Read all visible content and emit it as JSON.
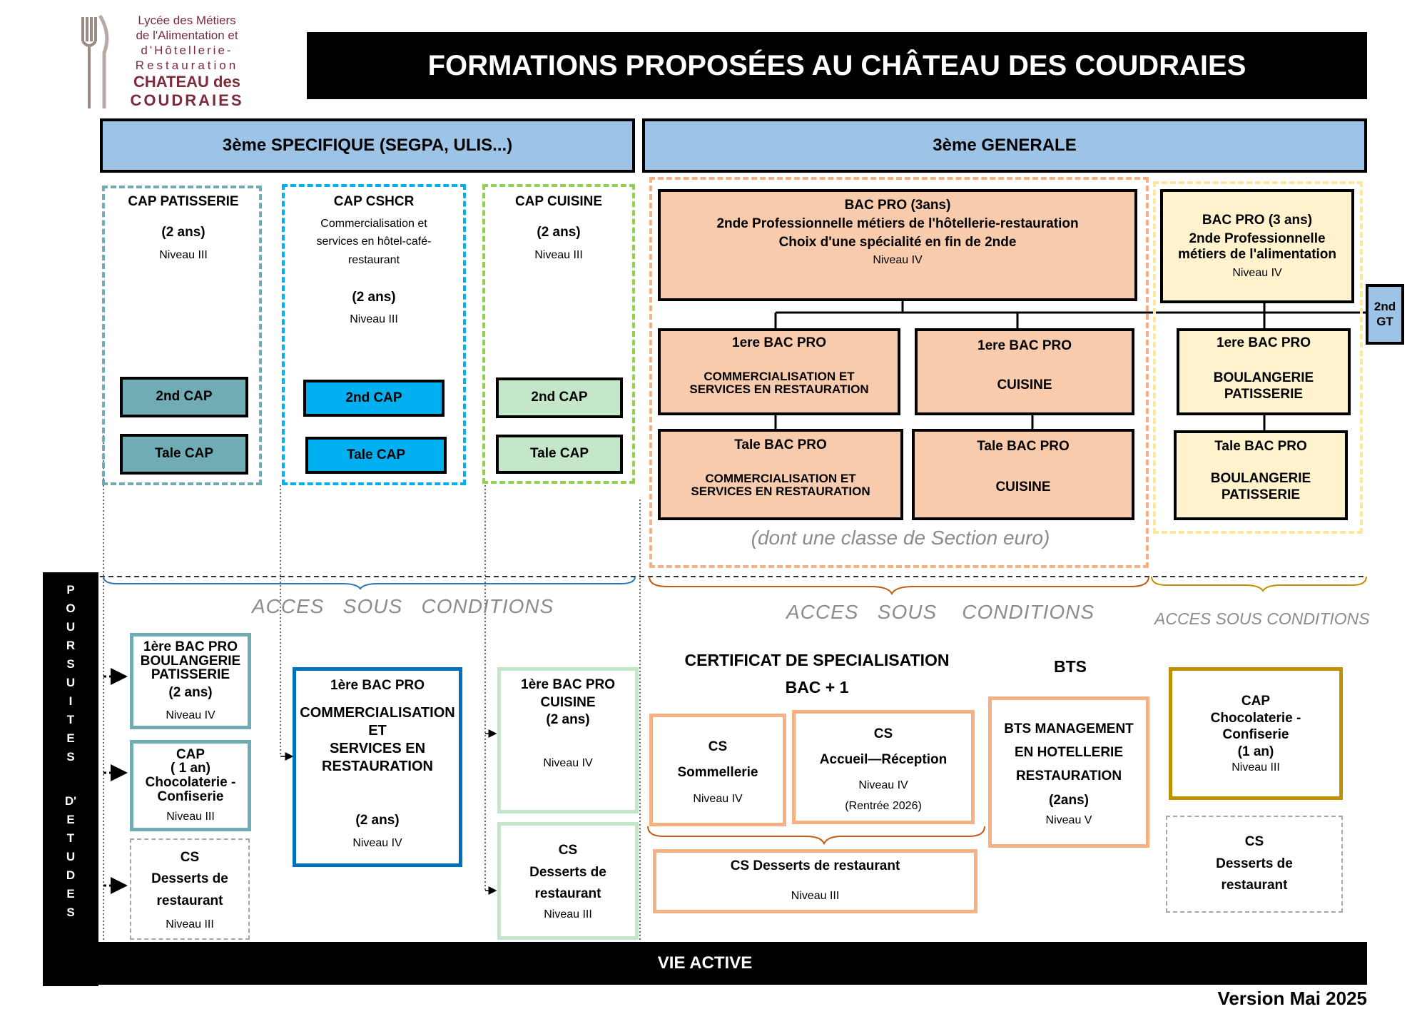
{
  "logo": {
    "lines": [
      "Lycée  des  Métiers",
      "de l'Alimentation et",
      "d'Hôtellerie-",
      "Restauration"
    ],
    "name_lines": [
      "CHATEAU des",
      "COUDRAIES"
    ]
  },
  "title": "FORMATIONS PROPOSÉES AU CHÂTEAU DES COUDRAIES",
  "headers": {
    "left": "3ème SPECIFIQUE (SEGPA, ULIS...)",
    "right": "3ème GENERALE"
  },
  "cap_patisserie": {
    "title": "CAP PATISSERIE",
    "duration": "(2 ans)",
    "level": "Niveau III",
    "year1": "2nd CAP",
    "year2": "Tale CAP"
  },
  "cap_cshcr": {
    "title": "CAP CSHCR",
    "desc": "Commercialisation et services en hôtel-café-restaurant",
    "duration": "(2 ans)",
    "level": "Niveau III",
    "year1": "2nd CAP",
    "year2": "Tale CAP"
  },
  "cap_cuisine": {
    "title": "CAP CUISINE",
    "duration": "(2 ans)",
    "level": "Niveau III",
    "year1": "2nd CAP",
    "year2": "Tale CAP"
  },
  "bac_hotel": {
    "line1": "BAC PRO (3ans)",
    "line2": "2nde Professionnelle métiers de l'hôtellerie-restauration",
    "line3": "Choix d'une spécialité en fin de 2nde",
    "level": "Niveau IV",
    "first_csr_title": "1ere BAC PRO",
    "first_csr_sub": "COMMERCIALISATION ET SERVICES EN RESTAURATION",
    "first_cuisine_title": "1ere BAC PRO",
    "first_cuisine_sub": "CUISINE",
    "tale_csr_title": "Tale BAC PRO",
    "tale_csr_sub": "COMMERCIALISATION ET SERVICES EN RESTAURATION",
    "tale_cuisine_title": "Tale BAC PRO",
    "tale_cuisine_sub": "CUISINE",
    "euro_note": "(dont une classe de Section euro)"
  },
  "bac_alim": {
    "line1": "BAC PRO (3 ans)",
    "line2": "2nde Professionnelle métiers de l'alimentation",
    "level": "Niveau IV",
    "first_title": "1ere BAC PRO",
    "first_sub": "BOULANGERIE PATISSERIE",
    "tale_title": "Tale BAC PRO",
    "tale_sub": "BOULANGERIE PATISSERIE"
  },
  "second_gt": "2nd GT",
  "acces": {
    "left": "ACCES   SOUS   CONDITIONS",
    "middle": "ACCES   SOUS    CONDITIONS",
    "right": "ACCES SOUS CONDITIONS"
  },
  "side_label": {
    "word1": [
      "P",
      "O",
      "U",
      "R",
      "S",
      "U",
      "I",
      "T",
      "E",
      "S"
    ],
    "word2": [
      "D'",
      "E",
      "T",
      "U",
      "D",
      "E",
      "S"
    ]
  },
  "poursuites": {
    "bp_boul": {
      "title": "1ère BAC PRO BOULANGERIE PATISSERIE",
      "duration": "(2 ans)",
      "level": "Niveau IV"
    },
    "cap_choco": {
      "title": "CAP\n( 1 an)\nChocolaterie - Confiserie",
      "level": "Niveau III"
    },
    "cs_desserts_left": {
      "title": "CS\nDesserts de\nrestaurant",
      "level": "Niveau III"
    },
    "bp_csr": {
      "title": "1ère BAC PRO",
      "sub": "COMMERCIALISATION\nET\nSERVICES EN\nRESTAURATION",
      "duration": "(2 ans)",
      "level": "Niveau IV"
    },
    "bp_cuisine": {
      "title": "1ère BAC PRO\nCUISINE\n(2 ans)",
      "level": "Niveau IV"
    },
    "cs_desserts_mid": {
      "title": "CS\nDesserts de\nrestaurant",
      "level": "Niveau III"
    },
    "certif_title": "CERTIFICAT DE SPECIALISATION",
    "certif_sub": "BAC + 1",
    "cs_somm": {
      "title": "CS\nSommellerie",
      "level": "Niveau IV"
    },
    "cs_accueil": {
      "title": "CS\nAccueil—Réception",
      "level": "Niveau IV",
      "note": "(Rentrée 2026)"
    },
    "cs_desserts_wide": {
      "title": "CS Desserts de restaurant",
      "level": "Niveau III"
    },
    "bts_title": "BTS",
    "bts_box": {
      "title": "BTS MANAGEMENT\nEN HOTELLERIE\nRESTAURATION\n(2ans)",
      "level": "Niveau V"
    },
    "cap_choco_right": {
      "title": "CAP\nChocolaterie -\nConfiserie\n(1 an)",
      "level": "Niveau III"
    },
    "cs_desserts_right": {
      "title": "CS\nDesserts de\nrestaurant"
    }
  },
  "vie_active": "VIE ACTIVE",
  "version": "Version Mai 2025",
  "colors": {
    "header_blue": "#9dc3e6",
    "teal": "#70acb3",
    "cyan": "#00b0f0",
    "green_light": "#c5e7c9",
    "green_dash": "#92d050",
    "salmon": "#f8cbad",
    "salmon_border": "#f4b183",
    "yellow": "#fff2cc",
    "yellow_dash": "#ffe699",
    "blue_dark": "#0070c0",
    "gold": "#bf9000"
  }
}
